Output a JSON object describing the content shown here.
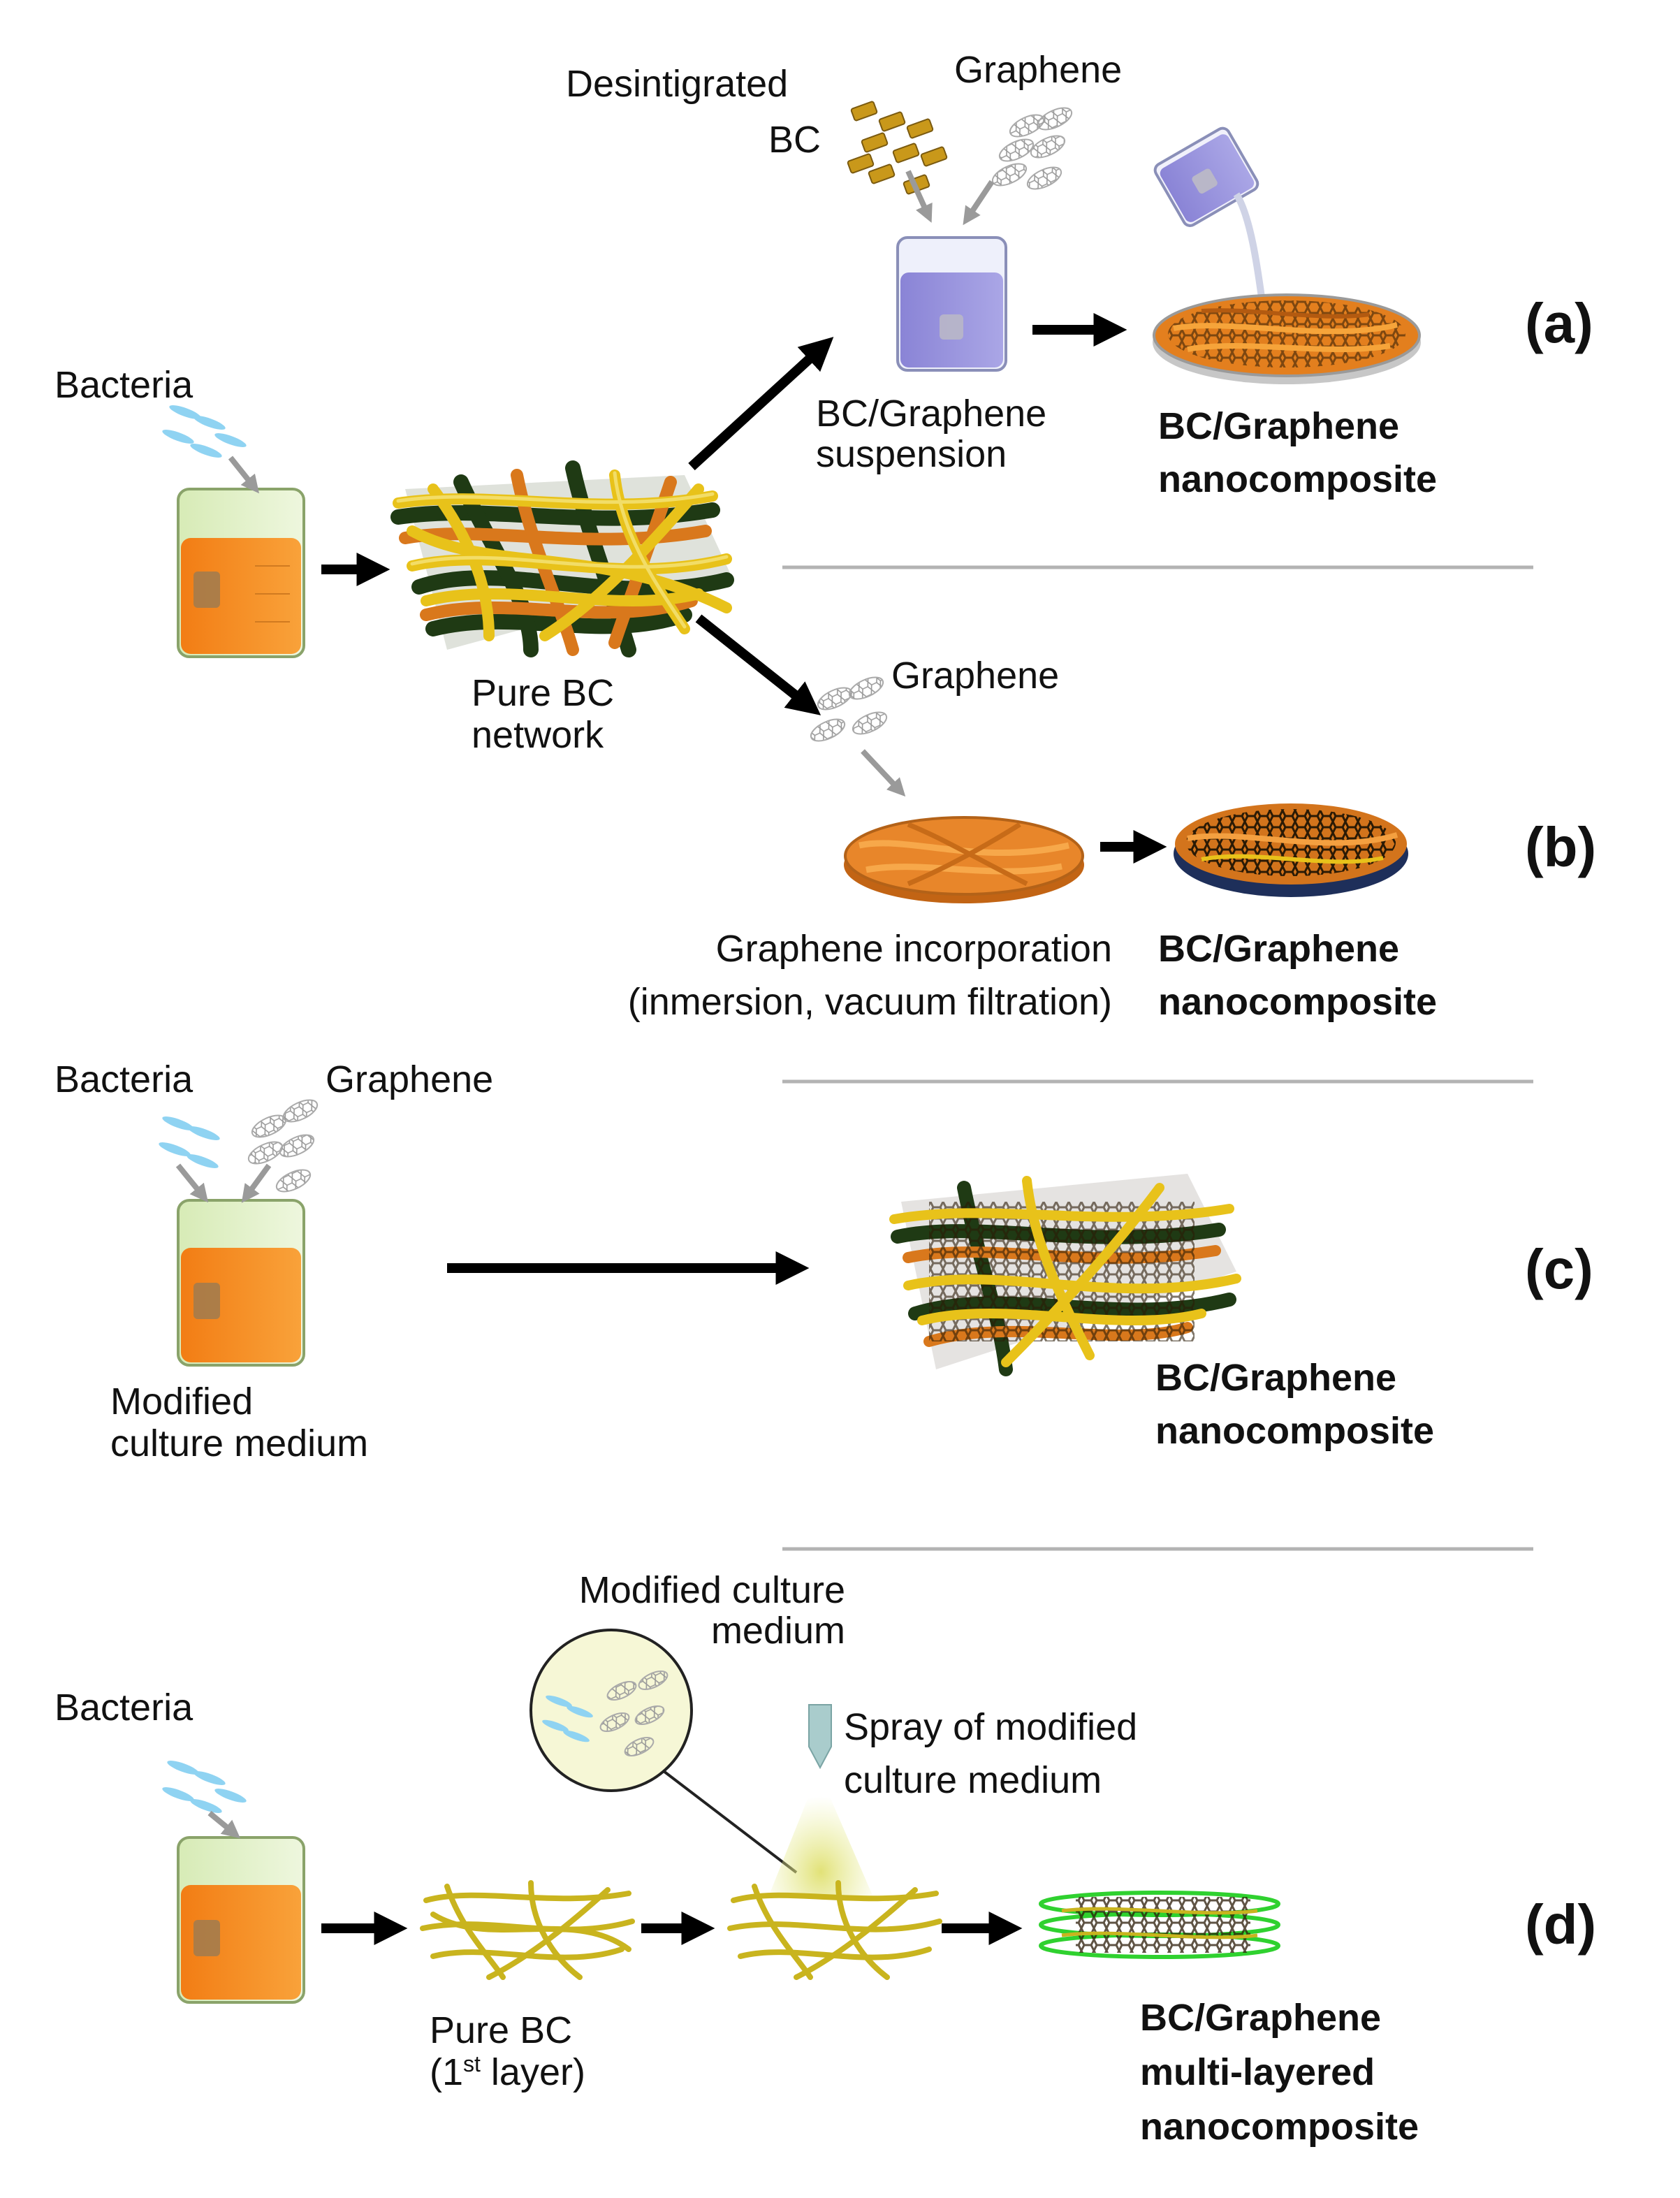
{
  "panels": {
    "a": "(a)",
    "b": "(b)",
    "c": "(c)",
    "d": "(d)"
  },
  "labels": {
    "bacteria": "Bacteria",
    "pure_bc_network": [
      "Pure BC",
      "network"
    ],
    "desintigrated_bc": [
      "Desintigrated",
      "BC"
    ],
    "graphene": "Graphene",
    "suspension": [
      "BC/Graphene",
      "suspension"
    ],
    "nanocomposite": [
      "BC/Graphene",
      "nanocomposite"
    ],
    "incorporation": [
      "Graphene incorporation",
      "(inmersion, vacuum filtration)"
    ],
    "modified_culture_medium": [
      "Modified",
      "culture medium"
    ],
    "modified_culture_medium_zoom": [
      "Modified culture",
      "medium"
    ],
    "spray": [
      "Spray of modified",
      "culture medium"
    ],
    "pure_bc_layer": {
      "line1": "Pure BC",
      "open": "(1",
      "sup": "st",
      "close": " layer)"
    },
    "multilayer": [
      "BC/Graphene",
      "multi-layered",
      "nanocomposite"
    ]
  },
  "colors": {
    "medium_orange": "#f5891f",
    "glass_green": "#dfeec2",
    "bc_yellow": "#e8c21a",
    "bc_dark": "#1f3a14",
    "bc_orange": "#d9781c",
    "suspension_blue": "#8c87d8",
    "separator": "#b3b3b3",
    "arrow_black": "#000000",
    "arrow_gray": "#999999",
    "bacteria_blue": "#8fd3f2",
    "layer_green": "#2fd12f"
  }
}
